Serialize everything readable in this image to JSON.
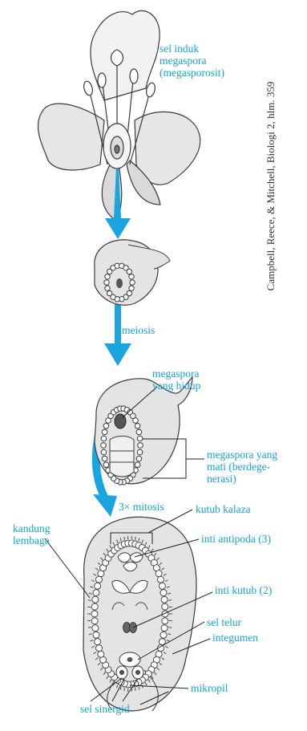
{
  "colors": {
    "accent_label": "#14a3d6",
    "arrow": "#19a6e0",
    "line_art": "#3a3a3a",
    "credit_text": "#333333"
  },
  "labels": {
    "megasporocyte": [
      "sel induk",
      "megaspora",
      "(megasporosit)"
    ],
    "meiosis": "meiosis",
    "surviving_megaspore": [
      "megaspora",
      "yang hidup"
    ],
    "dead_megaspores": [
      "megaspora yang",
      "mati (berdege-",
      "nerasi)"
    ],
    "mitosis": "3× mitosis",
    "embryo_sac": [
      "kandung",
      "lembaga"
    ],
    "chalazal_pole": "kutub kalaza",
    "antipodal_nuclei": "inti antipoda (3)",
    "polar_nuclei": "inti kutub (2)",
    "egg_cell": "sel telur",
    "integument": "integumen",
    "micropyle": "mikropil",
    "synergid_cells": "sel sinergid"
  },
  "credit": "Campbell, Reece, & Mitchell, Biologi 2, hlm. 359"
}
